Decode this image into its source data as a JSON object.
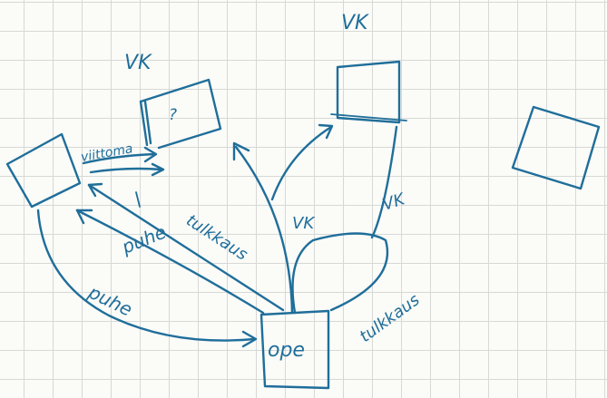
{
  "labels": {
    "vk_top": "VK",
    "vk_left": "VK",
    "question": "?",
    "viittoma": "viittoma",
    "tulkkaus_mid": "tulkkaus",
    "tulkkaus_right": "tulkkaus",
    "vk_mid": "VK",
    "vk_right": "VK",
    "puhe_upper": "puhe",
    "puhe_lower": "puhe",
    "ope": "ope"
  },
  "colors": {
    "ink": "#1f6e9a",
    "grid": "#d7d9d6",
    "paper": "#fbfbf8"
  }
}
